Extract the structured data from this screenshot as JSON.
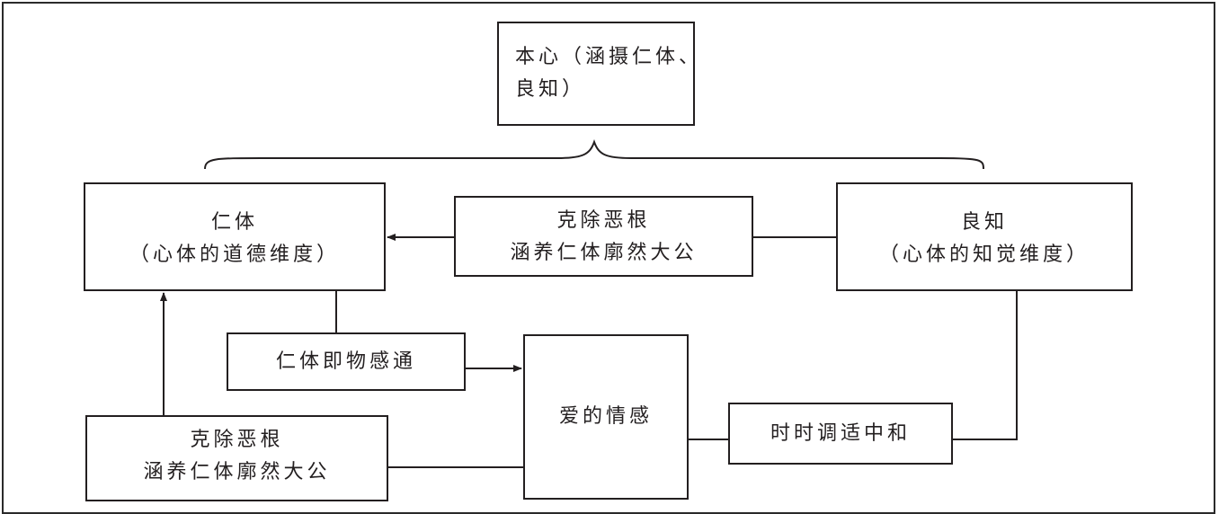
{
  "nodes": {
    "benxin": {
      "line1": "本心（涵摄仁体、",
      "line2": "良知）"
    },
    "renti": {
      "line1": "仁体",
      "line2": "（心体的道德维度）"
    },
    "kechu_top": {
      "line1": "克除恶根",
      "line2": "涵养仁体廓然大公"
    },
    "liangzhi": {
      "line1": "良知",
      "line2": "（心体的知觉维度）"
    },
    "ganton": {
      "line1": "仁体即物感通"
    },
    "ai": {
      "line1": "爱的情感"
    },
    "tiaoshi": {
      "line1": "时时调适中和"
    },
    "kechu_bottom": {
      "line1": "克除恶根",
      "line2": "涵养仁体廓然大公"
    }
  }
}
